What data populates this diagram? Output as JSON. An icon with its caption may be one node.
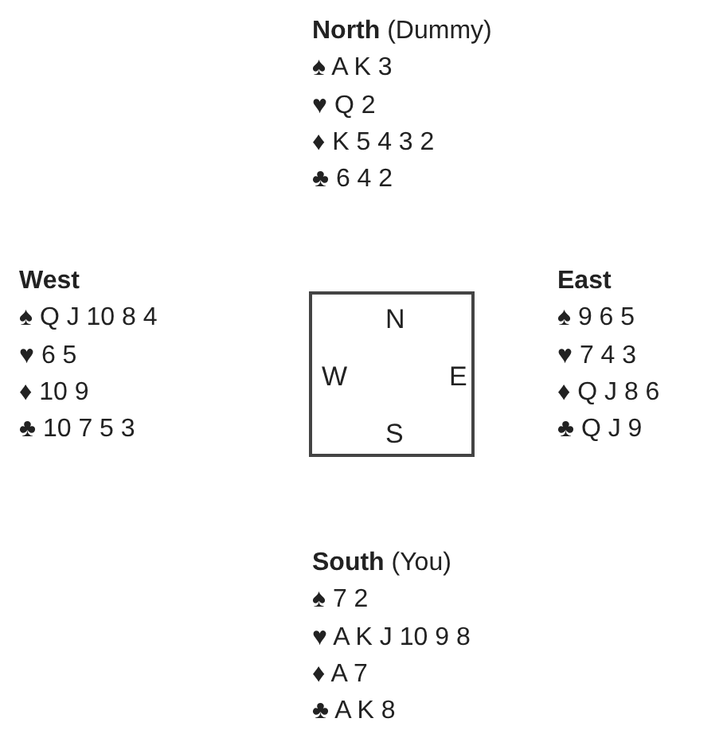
{
  "diagram": {
    "nodes": [
      {
        "text": [
          "N",
          "W",
          "E",
          "S"
        ]
      }
    ],
    "labels": [
      "**North** (Dummy)",
      "♠ A K 3",
      "♥ Q 2",
      "♦ K 5 4 3 2",
      "♣ 6 4 2",
      "**West**",
      "♠ Q J 10 8 4",
      "♥ 6 5",
      "♦ 10 9",
      "♣ 10 7 5 3",
      "**East**",
      "♠ 9 6 5",
      "♥ 7 4 3",
      "♦ Q J 8 6",
      "♣ Q J 9",
      "**South** (You)",
      "♠ 7 2",
      "♥ A K J 10 9 8",
      "♦ A 7",
      "♣ A K 8"
    ]
  }
}
